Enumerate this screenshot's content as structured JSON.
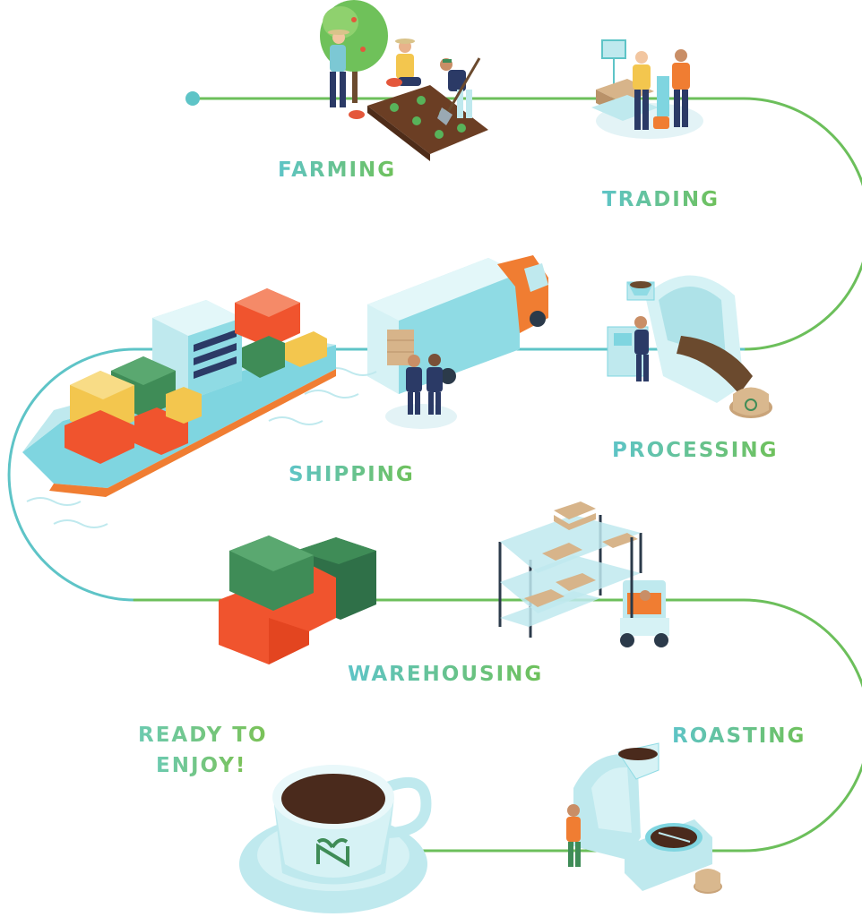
{
  "stages": [
    {
      "id": "farming",
      "label": "FARMING"
    },
    {
      "id": "trading",
      "label": "TRADING"
    },
    {
      "id": "processing",
      "label": "PROCESSING"
    },
    {
      "id": "shipping",
      "label": "SHIPPING"
    },
    {
      "id": "warehousing",
      "label": "WAREHOUSING"
    },
    {
      "id": "roasting",
      "label": "ROASTING"
    }
  ],
  "final_stage": {
    "line1": "READY TO",
    "line2": "ENJOY!"
  },
  "colors": {
    "path_green": "#6cbf5b",
    "path_teal": "#5ec4c7",
    "text_teal": "#5ec4c7",
    "text_green": "#6fc15a",
    "container_orange": "#f0542e",
    "container_green": "#3f8c57",
    "container_yellow": "#f3c64e",
    "structure_light": "#bfe9ee",
    "coffee": "#4a2a1c"
  }
}
